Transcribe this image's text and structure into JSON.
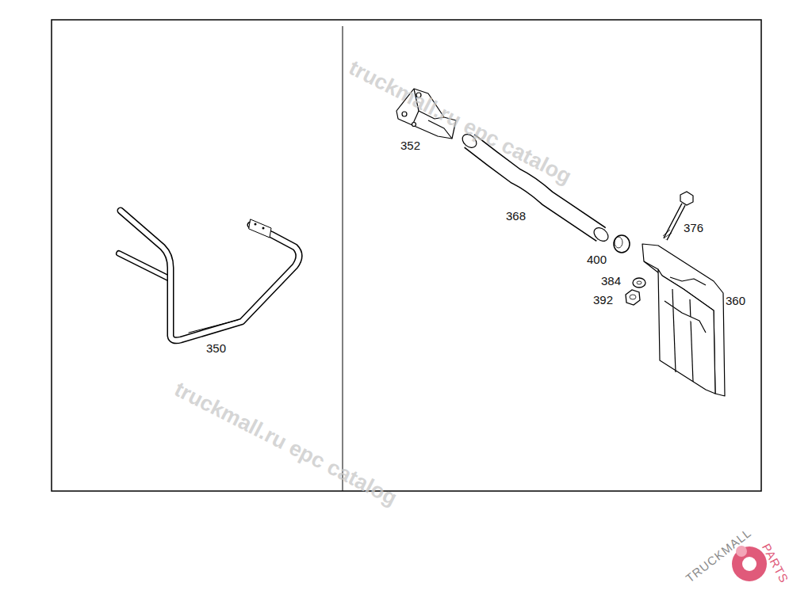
{
  "diagram": {
    "labels": [
      "350",
      "352",
      "368",
      "400",
      "376",
      "384",
      "392",
      "360",
      "truckmall.ru epc catalog",
      "truckmall.ru epc catalog",
      "TRUCKMALL",
      "PARTS"
    ]
  }
}
